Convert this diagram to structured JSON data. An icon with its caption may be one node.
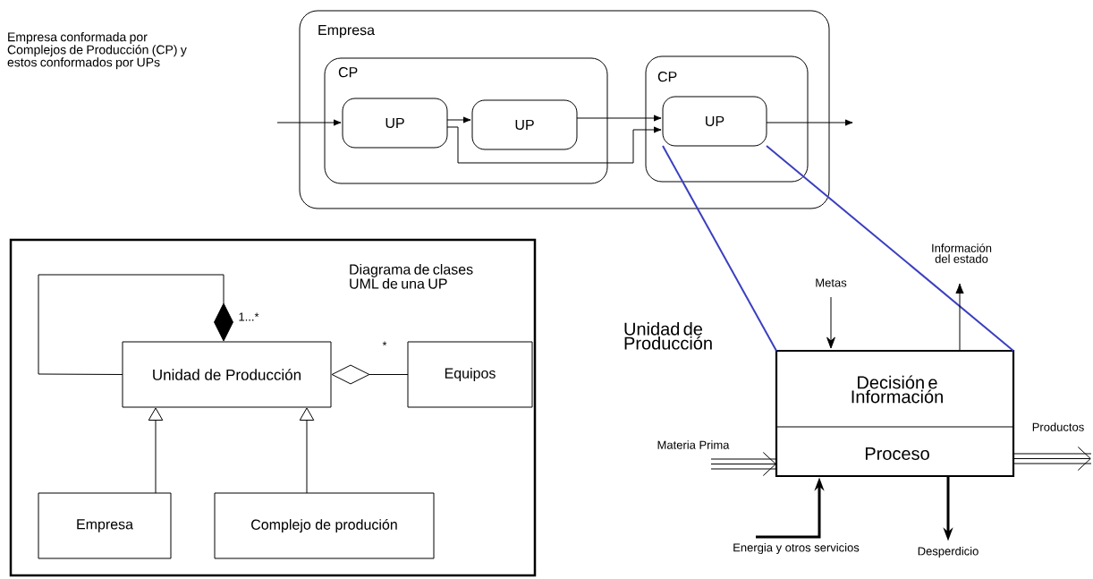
{
  "diagram": {
    "nodes": [
      {
        "text": [
          "Empresa"
        ]
      },
      {
        "text": [
          "CP"
        ],
        "in": 0
      },
      {
        "text": [
          "UP"
        ],
        "in": 1
      },
      {
        "text": [
          "UP"
        ],
        "in": 1
      },
      {
        "text": [
          "CP"
        ],
        "in": 0
      },
      {
        "text": [
          "UP"
        ],
        "in": 4
      },
      {
        "text": [
          "Diagrama de clases UML de una UP"
        ]
      },
      {
        "text": [
          "Unidad de Producción"
        ],
        "in": 6
      },
      {
        "text": [
          "Equipos"
        ],
        "in": 6
      },
      {
        "text": [
          "Empresa"
        ],
        "in": 6
      },
      {
        "text": [
          "Complejo de produción"
        ],
        "in": 6
      },
      {
        "text": [
          "Unidad de Producción",
          "Decisión e Información",
          "Proceso"
        ]
      }
    ],
    "edges": [
      {
        "from": null,
        "to": 2,
        "arrow": "to"
      },
      {
        "from": 2,
        "to": 3,
        "arrow": "to"
      },
      {
        "from": 2,
        "to": 5,
        "arrow": "to"
      },
      {
        "from": 3,
        "to": 5,
        "arrow": "to"
      },
      {
        "from": 5,
        "to": null,
        "arrow": "to"
      },
      {
        "from": 5,
        "to": 11,
        "arrow": "none",
        "color": "#3a3fbf"
      },
      {
        "from": 5,
        "to": 11,
        "arrow": "none",
        "color": "#3a3fbf"
      },
      {
        "from": 7,
        "to": 7,
        "arrow": "other",
        "label": "1...*"
      },
      {
        "from": 8,
        "to": 7,
        "arrow": "other",
        "label": "*"
      },
      {
        "from": 9,
        "to": 7,
        "arrow": "to"
      },
      {
        "from": 10,
        "to": 7,
        "arrow": "to"
      },
      {
        "from": null,
        "to": 11,
        "arrow": "to",
        "label": "Metas"
      },
      {
        "from": 11,
        "to": null,
        "arrow": "to",
        "label": "Información del estado"
      },
      {
        "from": null,
        "to": 11,
        "arrow": "to",
        "label": "Materia Prima"
      },
      {
        "from": 11,
        "to": null,
        "arrow": "to",
        "label": "Productos"
      },
      {
        "from": null,
        "to": 11,
        "arrow": "to",
        "style": "thick",
        "label": "Energia y otros servicios"
      },
      {
        "from": 11,
        "to": null,
        "arrow": "to",
        "style": "thick",
        "label": "Desperdicio"
      }
    ],
    "labels": [
      "Empresa conformada por Complejos de Producción (CP) y estos conformados por UPs"
    ]
  }
}
